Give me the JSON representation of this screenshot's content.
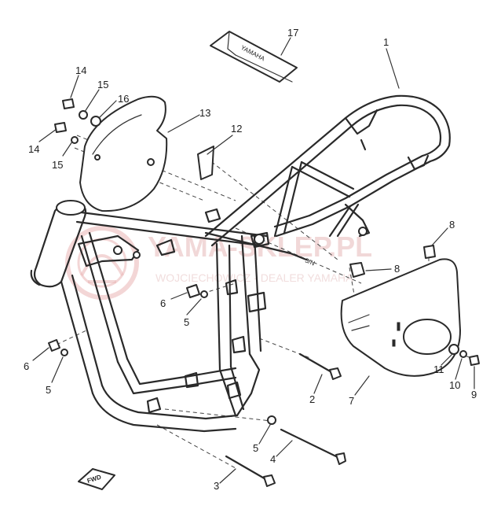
{
  "diagram": {
    "callouts": [
      {
        "id": "1",
        "label": "1"
      },
      {
        "id": "2",
        "label": "2"
      },
      {
        "id": "3",
        "label": "3"
      },
      {
        "id": "4",
        "label": "4"
      },
      {
        "id": "5a",
        "label": "5"
      },
      {
        "id": "5b",
        "label": "5"
      },
      {
        "id": "5c",
        "label": "5"
      },
      {
        "id": "6a",
        "label": "6"
      },
      {
        "id": "6b",
        "label": "6"
      },
      {
        "id": "7",
        "label": "7"
      },
      {
        "id": "8a",
        "label": "8"
      },
      {
        "id": "8b",
        "label": "8"
      },
      {
        "id": "9",
        "label": "9"
      },
      {
        "id": "10",
        "label": "10"
      },
      {
        "id": "11",
        "label": "11"
      },
      {
        "id": "12",
        "label": "12"
      },
      {
        "id": "13",
        "label": "13"
      },
      {
        "id": "14a",
        "label": "14"
      },
      {
        "id": "14b",
        "label": "14"
      },
      {
        "id": "15a",
        "label": "15"
      },
      {
        "id": "15b",
        "label": "15"
      },
      {
        "id": "16",
        "label": "16"
      },
      {
        "id": "17",
        "label": "17"
      }
    ],
    "fwd_label": "FWD",
    "pouch_label": "YAMAHA"
  },
  "watermark": {
    "brand": "YAMA-SKLEP.PL",
    "dealer": "WOJCIECHOWICZ - DEALER YAMAHA"
  }
}
